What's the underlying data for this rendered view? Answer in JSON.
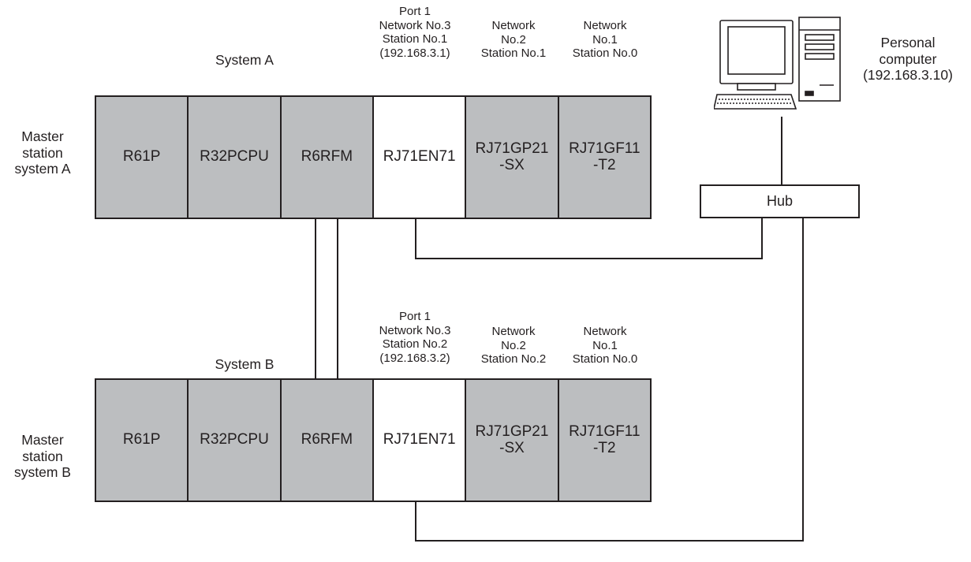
{
  "system_a": {
    "title": "System A",
    "side_label": "Master\nstation\nsystem A",
    "modules": [
      "R61P",
      "R32PCPU",
      "R6RFM",
      "RJ71EN71",
      "RJ71GP21\n-SX",
      "RJ71GF11\n-T2"
    ],
    "port_label": "Port 1\nNetwork No.3\nStation No.1\n(192.168.3.1)",
    "net2_label": "Network\nNo.2\nStation No.1",
    "net1_label": "Network\nNo.1\nStation No.0"
  },
  "system_b": {
    "title": "System B",
    "side_label": "Master\nstation\nsystem B",
    "modules": [
      "R61P",
      "R32PCPU",
      "R6RFM",
      "RJ71EN71",
      "RJ71GP21\n-SX",
      "RJ71GF11\n-T2"
    ],
    "port_label": "Port 1\nNetwork No.3\nStation No.2\n(192.168.3.2)",
    "net2_label": "Network\nNo.2\nStation No.2",
    "net1_label": "Network\nNo.1\nStation No.0"
  },
  "hub_label": "Hub",
  "pc_label": "Personal\ncomputer\n(192.168.3.10)",
  "colors": {
    "module_gray": "#bcbec0",
    "line": "#231f20",
    "background": "#ffffff"
  }
}
